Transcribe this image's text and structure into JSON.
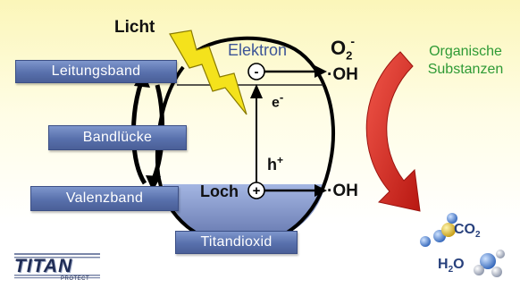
{
  "labels": {
    "licht": "Licht",
    "elektron": "Elektron",
    "o2_base": "O",
    "o2_sub": "2",
    "o2_sup": "-",
    "oh_top": "·OH",
    "e_minus": "e",
    "e_sup": "-",
    "hole_h": "h",
    "hole_sup": "+",
    "loch": "Loch",
    "oh_bottom": "·OH",
    "organische": "Organische",
    "substanzen": "Substanzen",
    "co2_base": "CO",
    "co2_sub": "2",
    "h2o_h": "H",
    "h2o_sub": "2",
    "h2o_o": "O"
  },
  "bands": {
    "leitungsband": "Leitungsband",
    "bandluecke": "Bandlücke",
    "valenzband": "Valenzband",
    "titandioxid": "Titandioxid"
  },
  "symbols": {
    "electron": "-",
    "hole": "+"
  },
  "logo": {
    "brand": "TITAN",
    "sub": "PROTECT"
  },
  "colors": {
    "band_blue": "#5870ac",
    "label_blue": "#3d5597",
    "organic_green": "#2e9a35",
    "bolt_yellow": "#f4e21c",
    "arrow_red": "#e12b24",
    "molecule_blue": "#4f86d6",
    "molecule_yellow": "#e6c42a"
  },
  "icons": {
    "lightning": "lightning-bolt-icon",
    "curved_arrow": "curved-red-arrow-icon",
    "molecules": "molecule-icon"
  }
}
